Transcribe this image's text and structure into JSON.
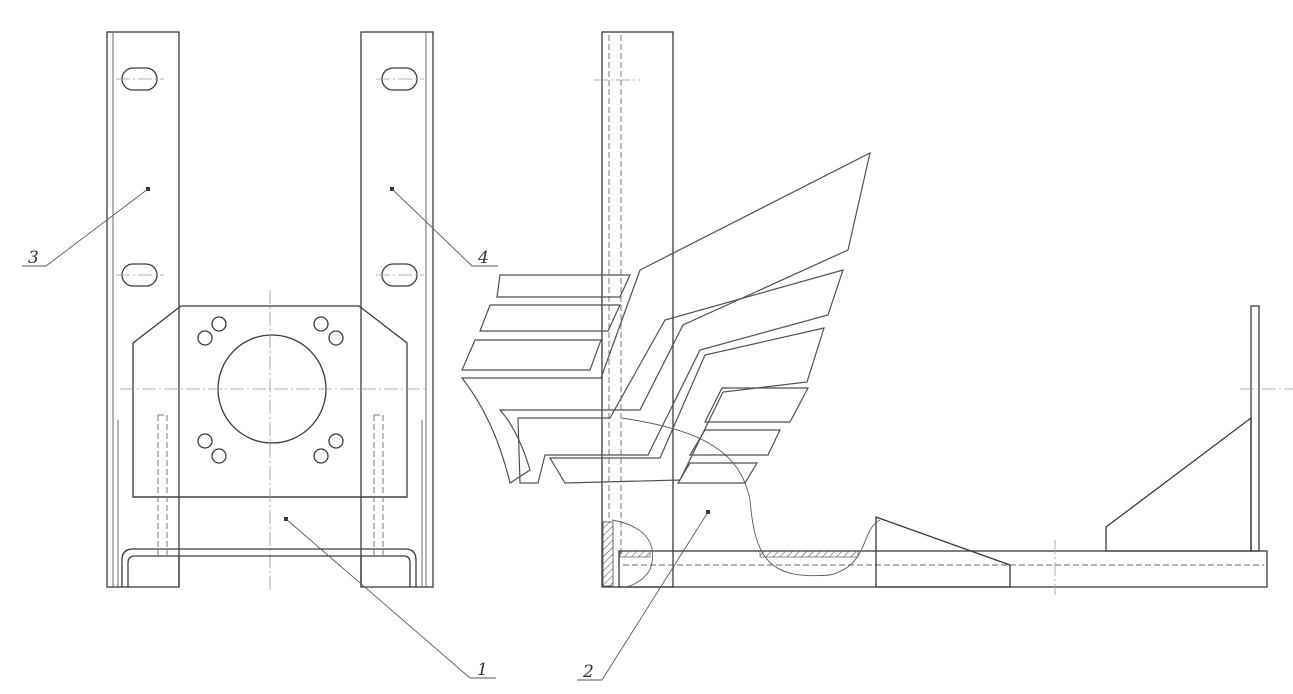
{
  "drawing": {
    "callouts": [
      {
        "id": "1",
        "label": "1"
      },
      {
        "id": "2",
        "label": "2"
      },
      {
        "id": "3",
        "label": "3"
      },
      {
        "id": "4",
        "label": "4"
      }
    ]
  },
  "colors": {
    "line": "#3a3a3a",
    "background": "#ffffff",
    "watermark": "#505050"
  }
}
